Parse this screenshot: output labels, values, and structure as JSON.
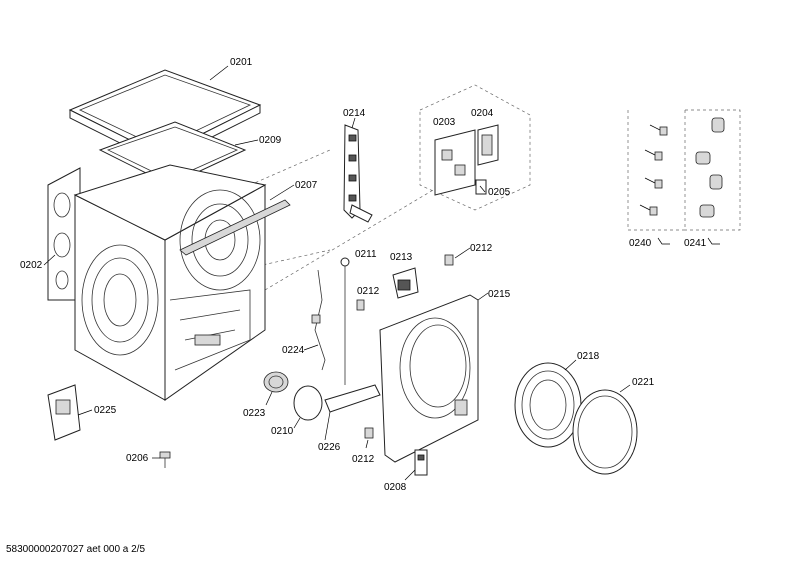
{
  "labels": {
    "l0201": "0201",
    "l0209": "0209",
    "l0207": "0207",
    "l0214": "0214",
    "l0203": "0203",
    "l0204": "0204",
    "l0205": "0205",
    "l0202": "0202",
    "l0211": "0211",
    "l0213": "0213",
    "l0212a": "0212",
    "l0212b": "0212",
    "l0212c": "0212",
    "l0215": "0215",
    "l0224": "0224",
    "l0218": "0218",
    "l0221": "0221",
    "l0225": "0225",
    "l0223": "0223",
    "l0210": "0210",
    "l0226": "0226",
    "l0208": "0208",
    "l0206": "0206",
    "l0240": "0240",
    "l0241": "0241"
  },
  "footer": "58300000207027 aet 000 a 2/5"
}
